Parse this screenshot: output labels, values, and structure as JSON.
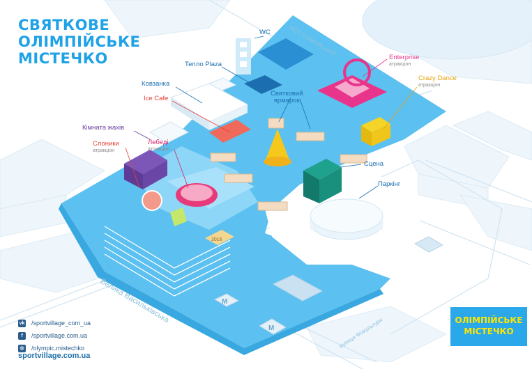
{
  "title": {
    "line1": "СВЯТКОВЕ",
    "line2": "ОЛІМПІЙСЬКЕ",
    "line3": "МІСТЕЧКО"
  },
  "attractions": [
    {
      "id": "wc",
      "name": "WC",
      "sub": "",
      "color": "#1b6fb0"
    },
    {
      "id": "teplo-plaza",
      "name": "Тепло Plaza",
      "sub": "",
      "color": "#1b6fb0"
    },
    {
      "id": "kovzanka",
      "name": "Ковзанка",
      "sub": "",
      "color": "#1b6fb0"
    },
    {
      "id": "ice-cafe",
      "name": "Ice Cafe",
      "sub": "",
      "color": "#e6413c"
    },
    {
      "id": "kimnata-zhakhiv",
      "name": "Кімната жахів",
      "sub": "",
      "color": "#6a3fa0"
    },
    {
      "id": "slonyky",
      "name": "Слоники",
      "sub": "атракціон",
      "color": "#e6413c"
    },
    {
      "id": "lebedi",
      "name": "Лебеді",
      "sub": "атракціон",
      "color": "#d8226c"
    },
    {
      "id": "sviatkovyi-yarmarok",
      "name1": "Святковий",
      "name2": "ярмарок",
      "color": "#1b6fb0"
    },
    {
      "id": "enterprise",
      "name": "Enterprise",
      "sub": "атракціон",
      "color": "#e8358b"
    },
    {
      "id": "crazy-dance",
      "name": "Crazy Dance",
      "sub": "атракціон",
      "color": "#e8a10a"
    },
    {
      "id": "stsena",
      "name": "Сцена",
      "sub": "",
      "color": "#1b6fb0"
    },
    {
      "id": "parking",
      "name": "Паркінг",
      "sub": "",
      "color": "#1b6fb0"
    }
  ],
  "streets": {
    "nsk": "НСК Олімпійський",
    "velyka": "Велика Васильківська",
    "fizkultury": "вулиця Фізкультури"
  },
  "metro_symbol": "М",
  "ground_text": "2016",
  "social": [
    {
      "icon": "vk-icon",
      "glyph": "vk",
      "text": "/sportvillage_com_ua"
    },
    {
      "icon": "facebook-icon",
      "glyph": "f",
      "text": "/sportvillage.com.ua"
    },
    {
      "icon": "instagram-icon",
      "glyph": "◎",
      "text": "/olympic.mistechko"
    }
  ],
  "website": "sportvillage.com.ua",
  "logo": {
    "line1": "ОЛІМПІЙСЬКЕ",
    "line2": "МІСТЕЧКО"
  },
  "colors": {
    "brand": "#1fa2e6",
    "plaza": "#5cc0f0",
    "logo_text": "#ffe600"
  }
}
